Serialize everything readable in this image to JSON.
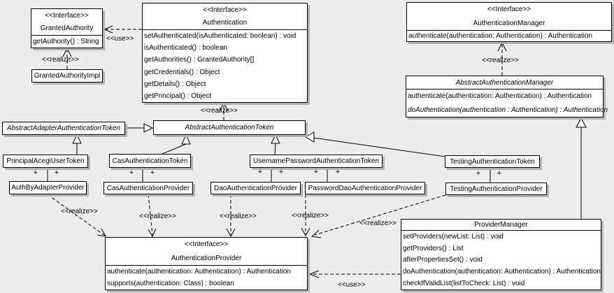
{
  "diagram": {
    "background": "#ededed",
    "box_fill": "#ffffff",
    "border_color": "#000000",
    "shadow_color": "#b3b3b3"
  },
  "labels": {
    "use": "<<use>>",
    "realize": "<<realize>>",
    "assoc_end": "+"
  },
  "classes": {
    "granted_authority": {
      "stereotype": "<<Interface>>",
      "name": "GrantedAuthority",
      "methods": [
        "getAuthority() : String"
      ]
    },
    "granted_authority_impl": {
      "name": "GrantedAuthorityImpl"
    },
    "authentication": {
      "stereotype": "<<Interface>>",
      "name": "Authentication",
      "methods": [
        "setAuthenticated(isAuthenticated: boolean) : void",
        "isAuthenticated() : boolean",
        "getAuthorities() : GrantedAuthority[]",
        "getCredentials() : Object",
        "getDetails() : Object",
        "getPrincipal() : Object"
      ]
    },
    "authentication_manager": {
      "stereotype": "<<Interface>>",
      "name": "AuthenticationManager",
      "methods": [
        "authenticate(authentication: Authentication) : Authentication"
      ]
    },
    "abstract_authentication_manager": {
      "name": "AbstractAuthenticationManager",
      "methods": [
        "authenticate(authentication: Authentication) : Authentication",
        "doAuthentication(authentication : Authentication) : Authentication"
      ]
    },
    "abstract_adapter_authentication_token": {
      "name": "AbstractAdapterAuthenticationToken"
    },
    "abstract_authentication_token": {
      "name": "AbstractAuthenticationToken"
    },
    "principal_acegi_user_token": {
      "name": "PrincipalAcegiUserToken"
    },
    "cas_authentication_token": {
      "name": "CasAuthenticationToken"
    },
    "username_password_authentication_token": {
      "name": "UsernamePasswordAuthenticationToken"
    },
    "testing_authentication_token": {
      "name": "TestingAuthenticationToken"
    },
    "auth_by_adapter_provider": {
      "name": "AuthByAdapterProvider"
    },
    "cas_authentication_provider": {
      "name": "CasAuthenticationProvider"
    },
    "dao_authentication_provider": {
      "name": "DaoAuthenticationProvider"
    },
    "password_dao_authentication_provider": {
      "name": "PasswordDaoAuthenticationProvider"
    },
    "testing_authentication_provider": {
      "name": "TestingAuthenticationProvider"
    },
    "authentication_provider": {
      "stereotype": "<<Interface>>",
      "name": "AuthenticationProvider",
      "methods": [
        "authenticate(authentication: Authentication) : Authentication",
        "supports(authentication: Class) : boolean"
      ]
    },
    "provider_manager": {
      "name": "ProviderManager",
      "methods": [
        "setProviders(newList: List) : void",
        "getProviders() : List",
        "afterPropertiesSet() : void",
        "doAuthentication(authentication: Authentication) : Authentication",
        "checkIfValidList(listToCheck: List) : void"
      ]
    }
  }
}
